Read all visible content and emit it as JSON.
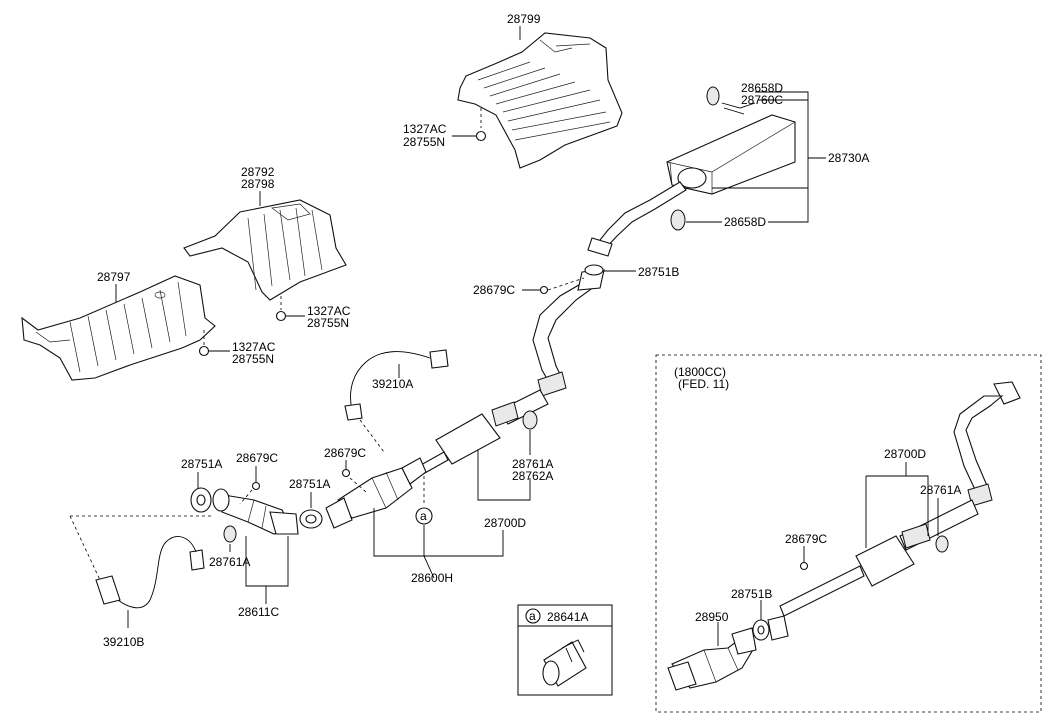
{
  "labels": {
    "p28799": "28799",
    "p1327AC_a": "1327AC",
    "p28755N_a": "28755N",
    "p28658D_a": "28658D",
    "p28760C": "28760C",
    "p28730A": "28730A",
    "p28658D_b": "28658D",
    "p28792": "28792",
    "p28798": "28798",
    "p28797": "28797",
    "p1327AC_b": "1327AC",
    "p28755N_b": "28755N",
    "p1327AC_c": "1327AC",
    "p28755N_c": "28755N",
    "p28679C_a": "28679C",
    "p28751B_a": "28751B",
    "p39210A": "39210A",
    "p28679C_b": "28679C",
    "p28751A_a": "28751A",
    "p28679C_c": "28679C",
    "p28751A_b": "28751A",
    "p28761A_a": "28761A",
    "p28762A": "28762A",
    "p28700D_a": "28700D",
    "p28761A_b": "28761A",
    "p28611C": "28611C",
    "p28600H": "28600H",
    "p39210B": "39210B",
    "callout_a": "a",
    "legend_letter": "a",
    "p28641A": "28641A",
    "variant_1": "(1800CC)",
    "variant_2": "(FED. 11)",
    "p28700D_b": "28700D",
    "p28761A_c": "28761A",
    "p28679C_d": "28679C",
    "p28751B_b": "28751B",
    "p28950": "28950"
  }
}
